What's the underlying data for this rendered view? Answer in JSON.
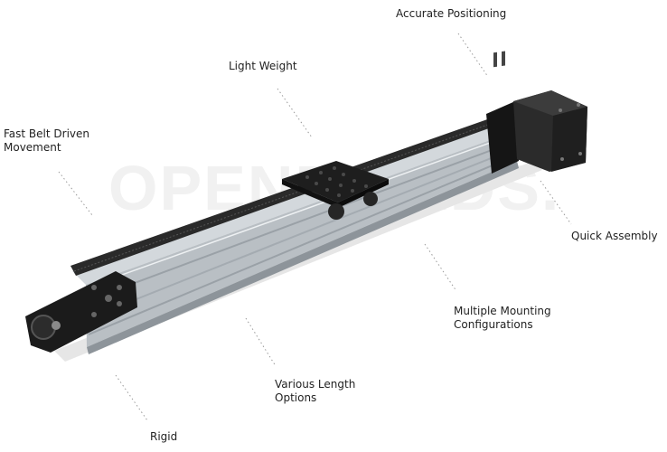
{
  "watermark": "OPENBUILDS.",
  "callouts": {
    "accurate_positioning": "Accurate Positioning",
    "light_weight": "Light Weight",
    "fast_belt_driven_line1": "Fast Belt Driven",
    "fast_belt_driven_line2": "Movement",
    "quick_assembly": "Quick Assembly",
    "multiple_mounting_line1": "Multiple Mounting",
    "multiple_mounting_line2": "Configurations",
    "various_length_line1": "Various Length",
    "various_length_line2": "Options",
    "rigid": "Rigid"
  },
  "colors": {
    "rail": "#b9bfc4",
    "rail_shadow": "#8d949a",
    "plate": "#1b1b1b",
    "belt": "#2a2a2a",
    "leader": "#9a9a9a"
  }
}
